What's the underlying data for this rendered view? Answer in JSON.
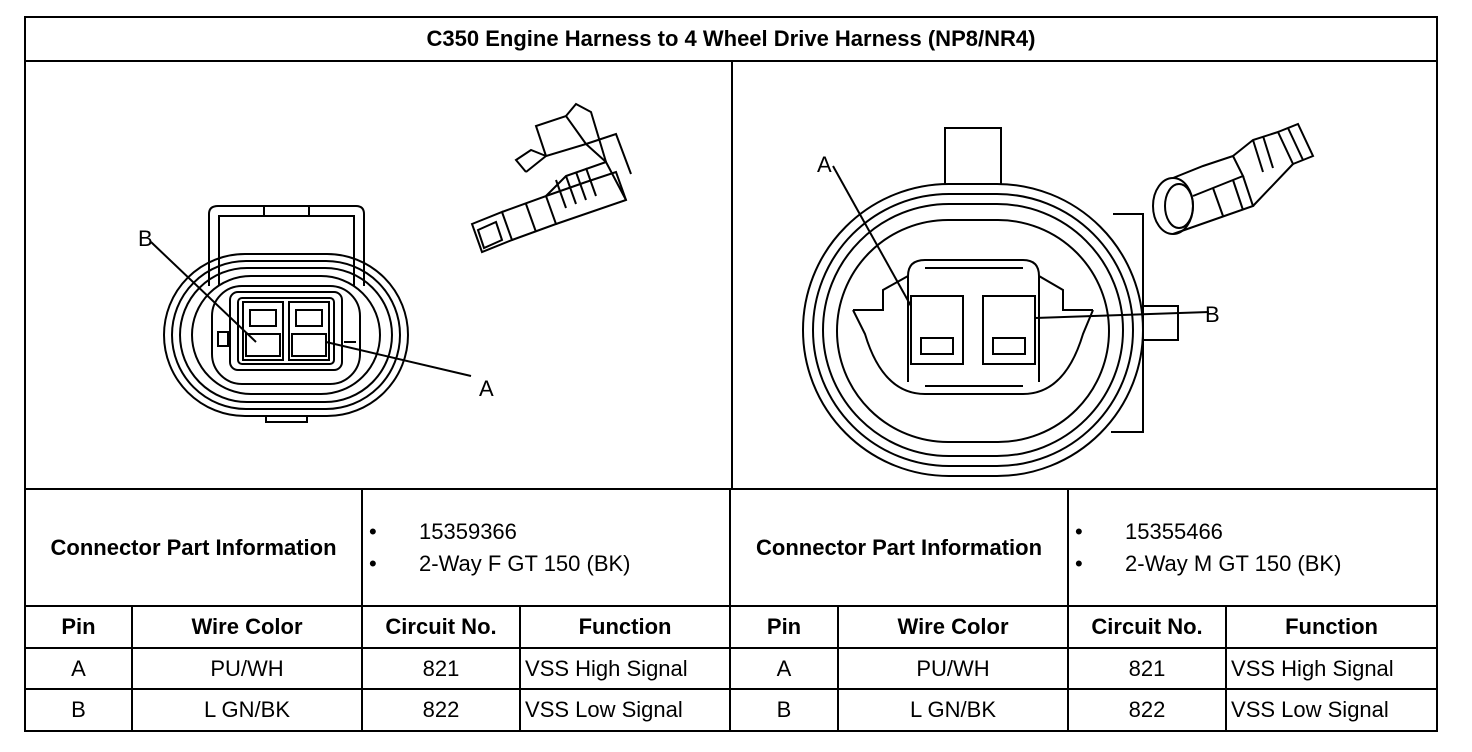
{
  "title": "C350 Engine Harness to 4 Wheel Drive Harness (NP8/NR4)",
  "left_connector": {
    "labels": {
      "a": "A",
      "b": "B"
    },
    "part_info_label": "Connector Part Information",
    "part_info": [
      "15359366",
      "2-Way F GT 150 (BK)"
    ],
    "headers": {
      "pin": "Pin",
      "wire_color": "Wire Color",
      "circuit": "Circuit No.",
      "function": "Function"
    },
    "rows": [
      {
        "pin": "A",
        "wire_color": "PU/WH",
        "circuit": "821",
        "function": "VSS High Signal"
      },
      {
        "pin": "B",
        "wire_color": "L GN/BK",
        "circuit": "822",
        "function": "VSS Low Signal"
      }
    ]
  },
  "right_connector": {
    "labels": {
      "a": "A",
      "b": "B"
    },
    "part_info_label": "Connector Part Information",
    "part_info": [
      "15355466",
      "2-Way M GT 150 (BK)"
    ],
    "headers": {
      "pin": "Pin",
      "wire_color": "Wire Color",
      "circuit": "Circuit No.",
      "function": "Function"
    },
    "rows": [
      {
        "pin": "A",
        "wire_color": "PU/WH",
        "circuit": "821",
        "function": "VSS High Signal"
      },
      {
        "pin": "B",
        "wire_color": "L GN/BK",
        "circuit": "822",
        "function": "VSS Low Signal"
      }
    ]
  }
}
